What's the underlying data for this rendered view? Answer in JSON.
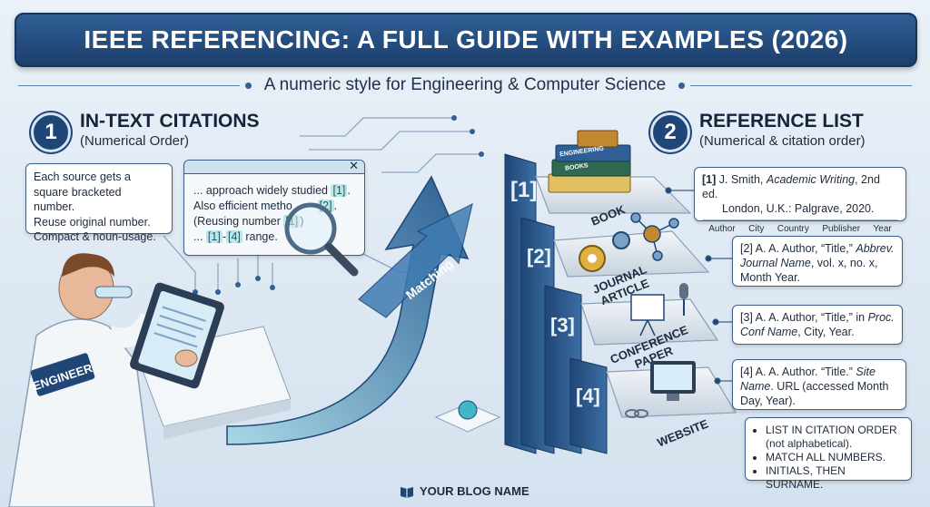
{
  "header": {
    "title": "IEEE REFERENCING: A FULL GUIDE WITH EXAMPLES (2026)",
    "subtitle": "A numeric style for Engineering & Computer Science"
  },
  "sections": {
    "in_text": {
      "number": "1",
      "title": "IN-TEXT CITATIONS",
      "subtitle": "(Numerical Order)"
    },
    "ref_list": {
      "number": "2",
      "title": "REFERENCE LIST",
      "subtitle": "(Numerical & citation order)"
    }
  },
  "intro_note": {
    "lines": [
      "Each source gets a",
      "square bracketed number.",
      "Reuse original number.",
      "Compact & noun-usage."
    ]
  },
  "example_window": {
    "close": "✕",
    "line1_pre": "... approach widely studied ",
    "line1_cite": "[1]",
    "line1_post": ".",
    "line2_pre": "Also efficient metho",
    "line2_cite": "[2]",
    "line2_post": ".",
    "line3_pre": "(Reusing number ",
    "line3_cite": "[1]",
    "line3_post": ")",
    "line4_pre": "... ",
    "line4_cite1": "[1]",
    "line4_dash": "-",
    "line4_cite2": "[4]",
    "line4_post": " range."
  },
  "figure": {
    "badge": "ENGINEER",
    "arrow_label": "Matching"
  },
  "stack": {
    "steps": [
      {
        "number": "[1]",
        "label": "BOOK"
      },
      {
        "number": "[2]",
        "label": "JOURNAL ARTICLE"
      },
      {
        "number": "[3]",
        "label": "CONFERENCE PAPER"
      },
      {
        "number": "[4]",
        "label": "WEBSITE"
      }
    ],
    "book_spines": [
      "ENGINEERING",
      "BOOKS"
    ]
  },
  "references": {
    "book": {
      "num": "[1]",
      "a": " J. Smith, ",
      "i": "Academic Writing",
      "b": ", 2nd ed.",
      "line2": "London, U.K.: Palgrave, 2020.",
      "labels": [
        "Author",
        "City",
        "Country",
        "Publisher",
        "Year"
      ]
    },
    "journal": {
      "a": "[2] A. A. Author, “Title,” ",
      "i1": "Abbrev.",
      "i2": "Journal Name",
      "b": ", vol. x, no. x,",
      "line3": "Month Year."
    },
    "conference": {
      "a": "[3] A. A. Author, “Title,” in ",
      "i1": "Proc.",
      "i2": "Conf Name",
      "b": ", City, Year."
    },
    "website": {
      "a": "[4] A. A. Author. “Title.” ",
      "i1": "Site",
      "i2": "Name",
      "b": ". URL (accessed Month",
      "line3": "Day, Year)."
    }
  },
  "checklist": {
    "items": [
      "LIST IN CITATION ORDER (not alphabetical).",
      "MATCH ALL NUMBERS.",
      "INITIALS, THEN SURNAME."
    ]
  },
  "footer": {
    "text": "YOUR BLOG NAME"
  },
  "colors": {
    "navy": "#1f4676",
    "banner": "#2f5f95",
    "accent_teal": "#3fb7c9",
    "highlight": "#bfe6e6"
  }
}
